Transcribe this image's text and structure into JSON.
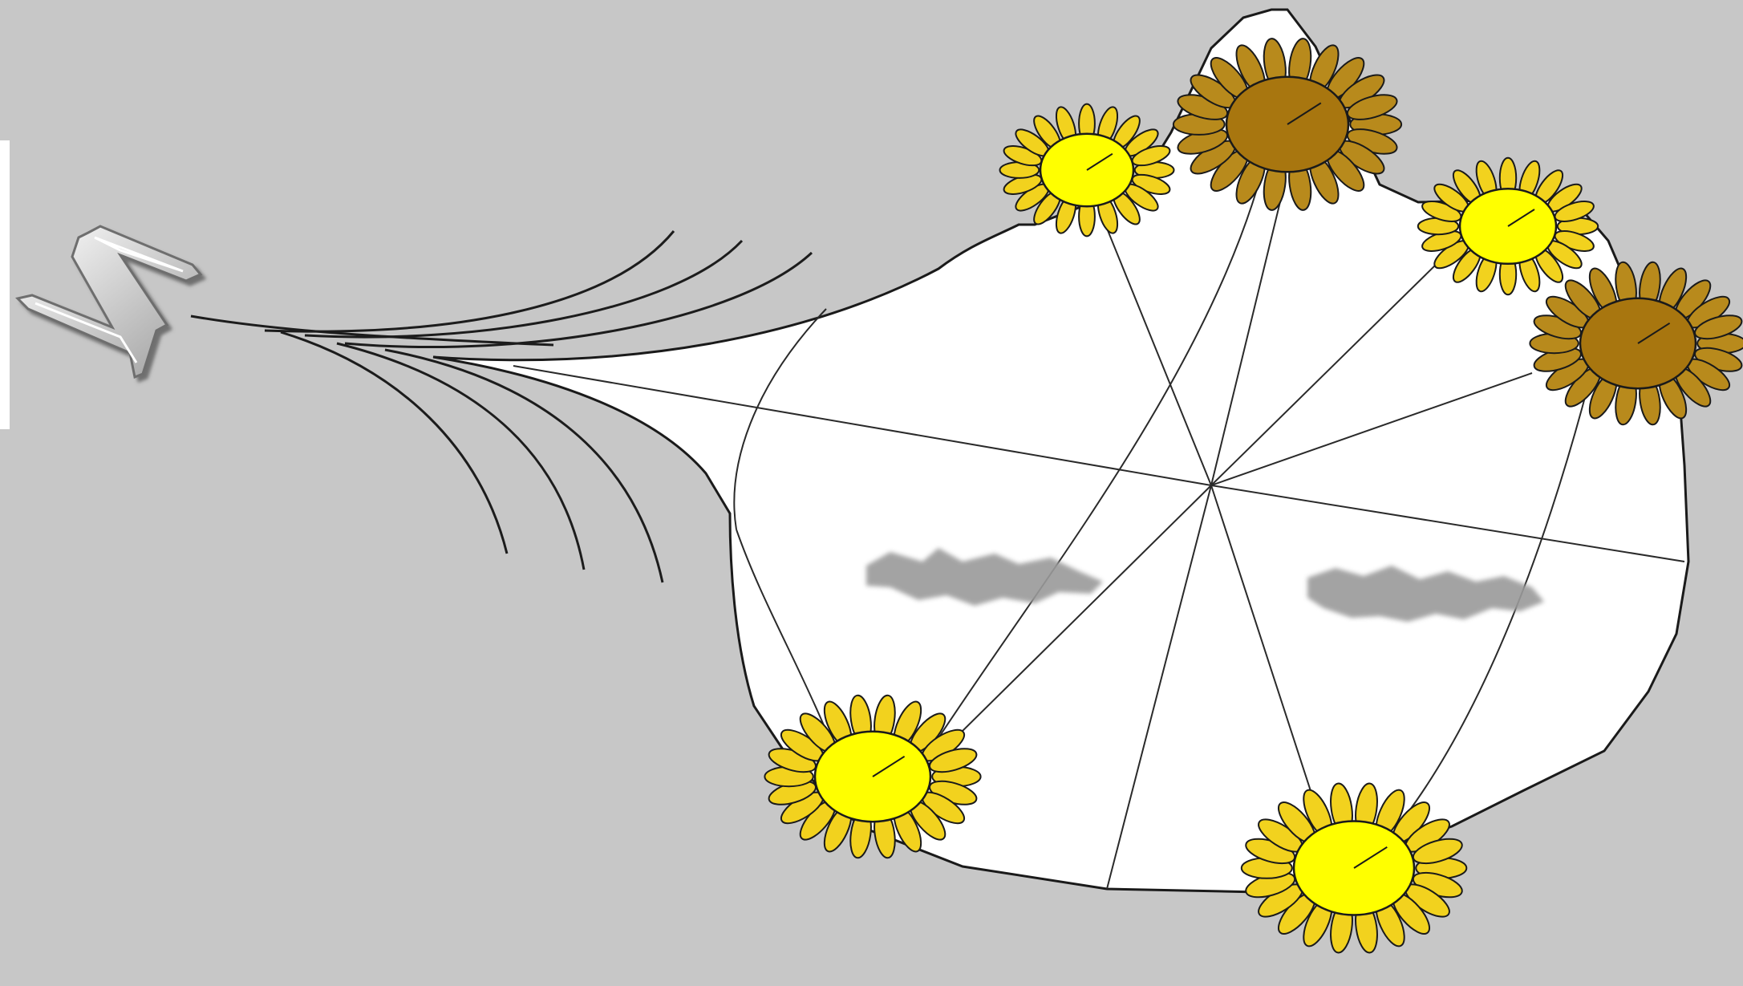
{
  "diagram": {
    "compass_letter": "N",
    "colors": {
      "background": "#c7c7c7",
      "field": "#ffffff",
      "line": "#222222",
      "flower_yellow": "#ffff00",
      "flower_brown": "#a8760f",
      "petal_yellow": "#f2d21e",
      "petal_brown": "#b88a1c",
      "blur": "#9a9a9a"
    },
    "flowers": [
      {
        "name": "flower-top-left",
        "tone": "yellow"
      },
      {
        "name": "flower-top-center",
        "tone": "brown"
      },
      {
        "name": "flower-top-right",
        "tone": "yellow"
      },
      {
        "name": "flower-right",
        "tone": "brown"
      },
      {
        "name": "flower-bottom-left",
        "tone": "yellow"
      },
      {
        "name": "flower-bottom-right",
        "tone": "yellow"
      }
    ]
  }
}
